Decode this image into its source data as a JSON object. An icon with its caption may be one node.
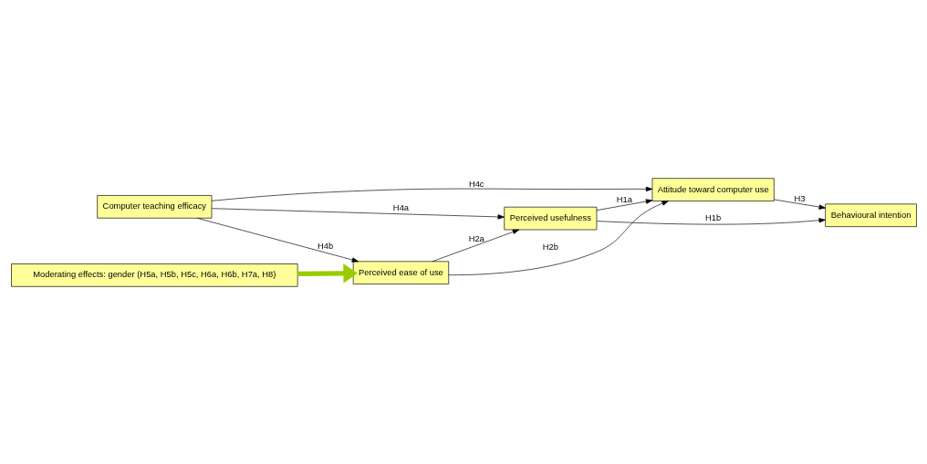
{
  "diagram": {
    "nodes": [
      {
        "text": [
          "Computer teaching efficacy"
        ]
      },
      {
        "text": [
          "Perceived usefulness"
        ]
      },
      {
        "text": [
          "Perceived ease of use"
        ]
      },
      {
        "text": [
          "Attitude toward computer use"
        ]
      },
      {
        "text": [
          "Behavioural intention"
        ]
      },
      {
        "text": [
          "Moderating effects: gender (H5a, H5b, H5c, H6a, H6b, H7a, H8)"
        ]
      }
    ],
    "edges": [
      {
        "from": 0,
        "to": 1,
        "arrow": "to",
        "label": "H4a"
      },
      {
        "from": 0,
        "to": 3,
        "arrow": "to",
        "label": "H4c"
      },
      {
        "from": 0,
        "to": 2,
        "arrow": "to",
        "label": "H4b"
      },
      {
        "from": 2,
        "to": 1,
        "arrow": "to",
        "label": "H2a"
      },
      {
        "from": 1,
        "to": 3,
        "arrow": "to",
        "label": "H1a"
      },
      {
        "from": 1,
        "to": 4,
        "arrow": "to",
        "label": "H1b"
      },
      {
        "from": 2,
        "to": 3,
        "arrow": "to",
        "label": "H2b"
      },
      {
        "from": 3,
        "to": 4,
        "arrow": "to",
        "label": "H3"
      },
      {
        "from": 5,
        "to": 2,
        "arrow": "to",
        "style": "thick",
        "color": "#99cc00"
      }
    ]
  }
}
